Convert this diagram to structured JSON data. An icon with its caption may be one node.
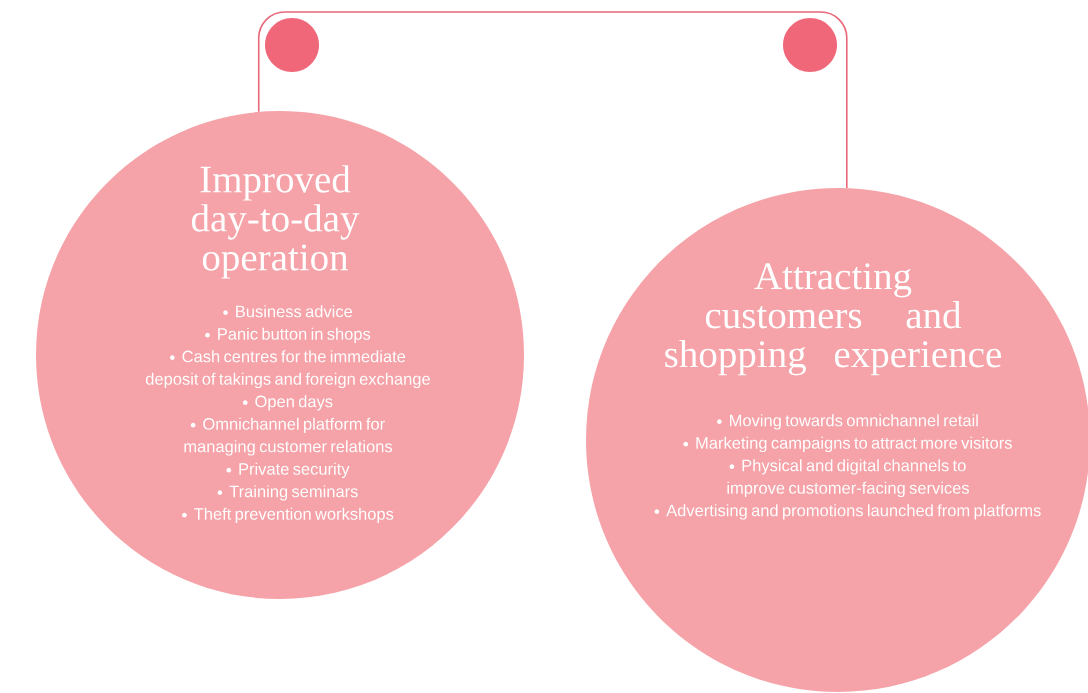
{
  "diagram": {
    "nodes": [
      {
        "text": [
          "Improved day-to-day operation",
          "Business advice",
          "Panic button in shops",
          "Cash centres for the immediate deposit of takings and foreign exchange",
          "Open days",
          "Omnichannel platform for managing customer relations",
          "Private security",
          "Training seminars",
          "Theft prevention workshops"
        ]
      },
      {
        "text": [
          "Attracting customers and shopping experience",
          "Moving towards omnichannel retail",
          "Marketing campaigns to attract more visitors",
          "Physical and digital channels to improve customer-facing services",
          "Advertising and promotions launched from platforms"
        ]
      },
      {
        "text": [],
        "shape": "circle"
      },
      {
        "text": [],
        "shape": "circle"
      }
    ],
    "edges": [
      {
        "from": 0,
        "to": 1,
        "arrow": "none"
      }
    ]
  }
}
